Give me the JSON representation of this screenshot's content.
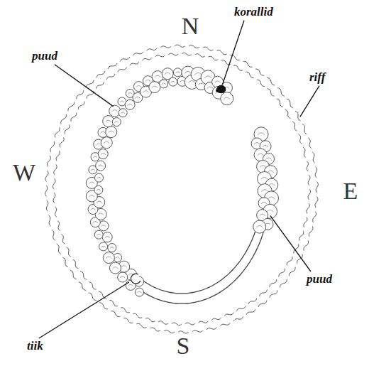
{
  "diagram": {
    "labels": [
      "N",
      "korallid",
      "puud",
      "riff",
      "W",
      "E",
      "puud",
      "tiik",
      "S"
    ]
  }
}
